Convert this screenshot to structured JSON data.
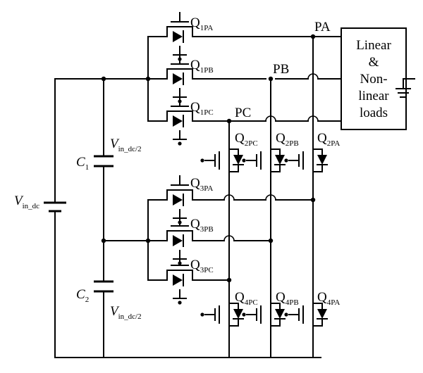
{
  "circuit": {
    "source": {
      "label": "V",
      "sub": "in_dc"
    },
    "capacitors": [
      {
        "id": "c1",
        "label": "C",
        "sub": "1",
        "voltage": "V",
        "voltage_sub": "in_dc/2"
      },
      {
        "id": "c2",
        "label": "C",
        "sub": "2",
        "voltage": "V",
        "voltage_sub": "in_dc/2"
      }
    ],
    "switches": {
      "q1pa": {
        "label": "Q",
        "sub": "1PA"
      },
      "q1pb": {
        "label": "Q",
        "sub": "1PB"
      },
      "q1pc": {
        "label": "Q",
        "sub": "1PC"
      },
      "q2pc": {
        "label": "Q",
        "sub": "2PC"
      },
      "q2pb": {
        "label": "Q",
        "sub": "2PB"
      },
      "q2pa": {
        "label": "Q",
        "sub": "2PA"
      },
      "q3pa": {
        "label": "Q",
        "sub": "3PA"
      },
      "q3pb": {
        "label": "Q",
        "sub": "3PB"
      },
      "q3pc": {
        "label": "Q",
        "sub": "3PC"
      },
      "q4pc": {
        "label": "Q",
        "sub": "4PC"
      },
      "q4pb": {
        "label": "Q",
        "sub": "4PB"
      },
      "q4pa": {
        "label": "Q",
        "sub": "4PA"
      }
    },
    "phases": {
      "pa": "PA",
      "pb": "PB",
      "pc": "PC"
    },
    "load": {
      "line1": "Linear",
      "line2": "&",
      "line3": "Non-",
      "line4": "linear",
      "line5": "loads"
    }
  }
}
